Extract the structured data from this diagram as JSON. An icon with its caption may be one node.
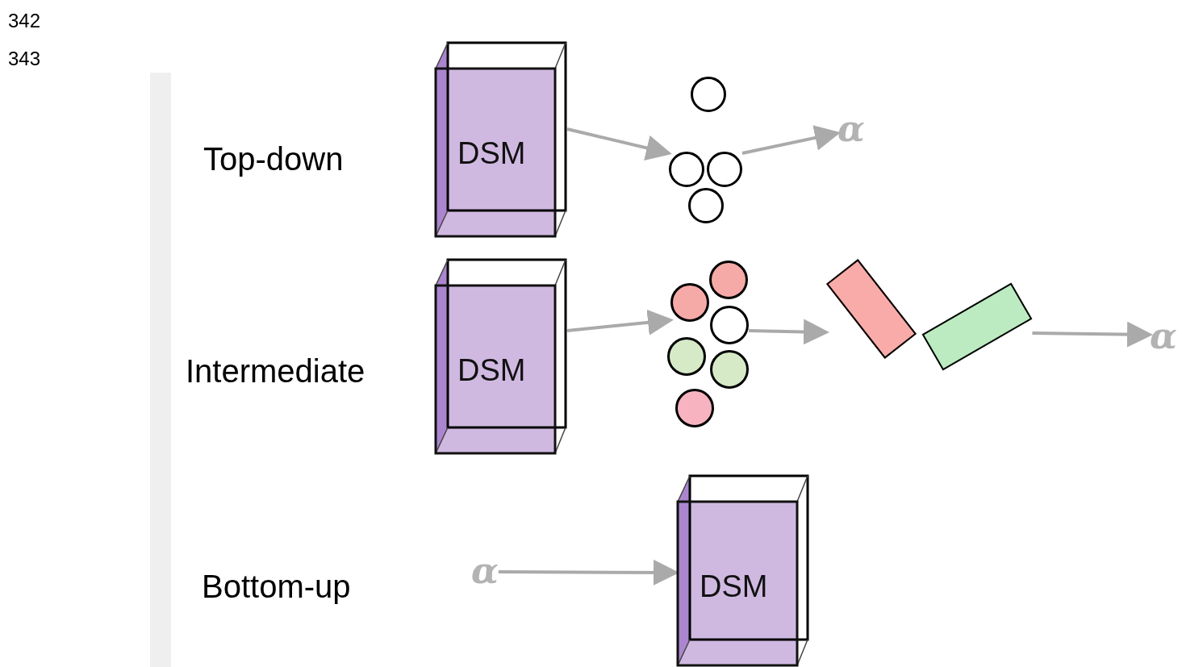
{
  "diagram": {
    "nodes": [
      {
        "text": [
          "DSM"
        ]
      },
      {
        "text": [],
        "shape": "circle"
      },
      {
        "text": [],
        "shape": "circle"
      },
      {
        "text": [],
        "shape": "circle"
      },
      {
        "text": [],
        "shape": "circle"
      },
      {
        "text": [
          "α"
        ]
      },
      {
        "text": [
          "DSM"
        ]
      },
      {
        "text": [],
        "shape": "circle"
      },
      {
        "text": [],
        "shape": "circle"
      },
      {
        "text": [],
        "shape": "circle"
      },
      {
        "text": [],
        "shape": "circle"
      },
      {
        "text": [],
        "shape": "circle"
      },
      {
        "text": [],
        "shape": "circle"
      },
      {
        "text": [],
        "shape": "box"
      },
      {
        "text": [],
        "shape": "box"
      },
      {
        "text": [
          "α"
        ]
      },
      {
        "text": [
          "α"
        ]
      },
      {
        "text": [
          "DSM"
        ]
      },
      {
        "text": [],
        "shape": "bar"
      }
    ],
    "edges": [
      {
        "from": 0,
        "to": 2,
        "arrow": "to"
      },
      {
        "from": 3,
        "to": 5,
        "arrow": "to"
      },
      {
        "from": 6,
        "to": 8,
        "arrow": "to"
      },
      {
        "from": 9,
        "to": 13,
        "arrow": "to"
      },
      {
        "from": 14,
        "to": 15,
        "arrow": "to"
      },
      {
        "from": 16,
        "to": 17,
        "arrow": "to"
      }
    ],
    "labels": [
      "342",
      "343",
      "Top-down",
      "Intermediate",
      "Bottom-up"
    ]
  }
}
